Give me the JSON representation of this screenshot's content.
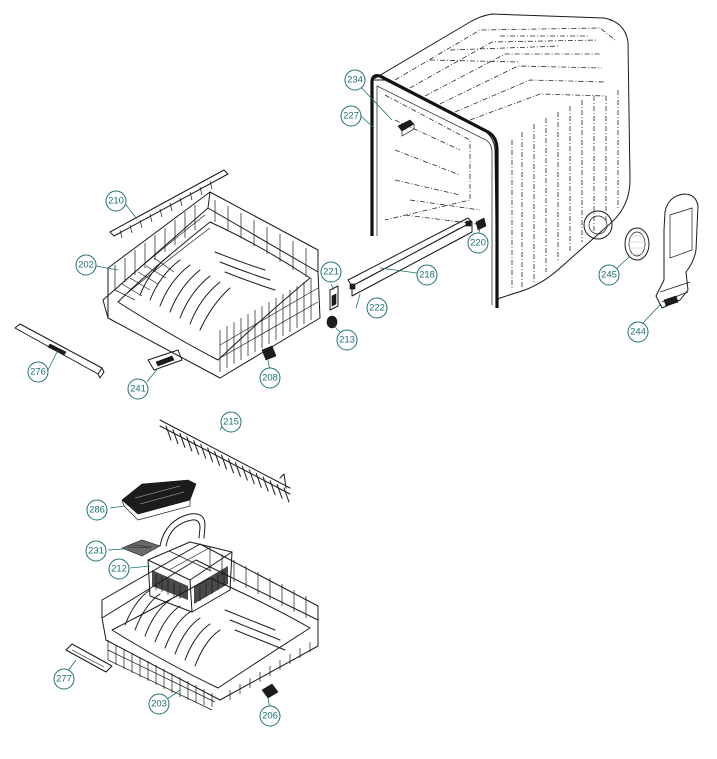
{
  "callouts": {
    "c202": "202",
    "c203": "203",
    "c206": "206",
    "c208": "208",
    "c210": "210",
    "c212": "212",
    "c213": "213",
    "c215": "215",
    "c218": "218",
    "c220": "220",
    "c221": "221",
    "c222": "222",
    "c227": "227",
    "c231": "231",
    "c234": "234",
    "c241": "241",
    "c244": "244",
    "c245": "245",
    "c276": "276",
    "c277": "277",
    "c286": "286"
  },
  "colors": {
    "line": "#1a1a1a",
    "callout": "#1f6f73",
    "background": "#ffffff"
  }
}
